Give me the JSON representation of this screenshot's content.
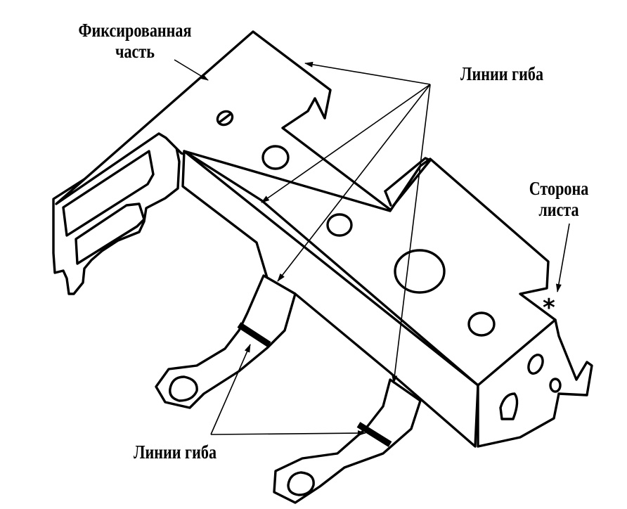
{
  "labels": {
    "fixed_part": [
      "Фиксированная",
      "часть"
    ],
    "bend_lines_top": "Линии гиба",
    "sheet_side": [
      "Сторона",
      "листа"
    ],
    "bend_lines_bottom": "Линии гиба",
    "sheet_side_marker": "*"
  },
  "colors": {
    "line": "#000000",
    "paper": "#ffffff"
  }
}
